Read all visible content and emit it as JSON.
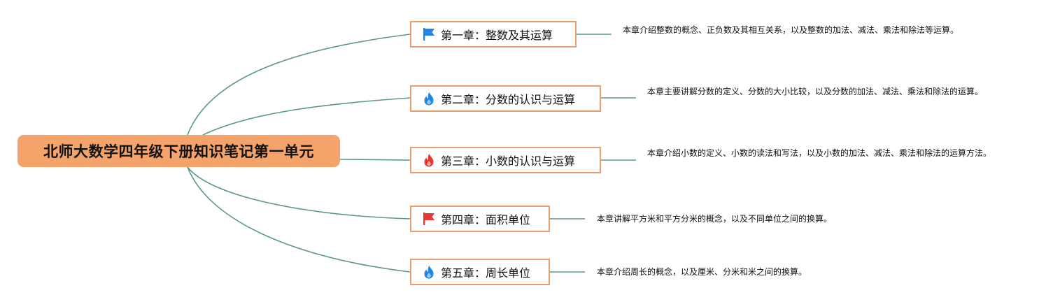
{
  "root": {
    "label": "北师大数学四年级下册知识笔记第一单元",
    "color": "#f4a46a"
  },
  "connector_color": "#5a9a82",
  "chapters": [
    {
      "label": "第一章：整数及其运算",
      "icon": "flag-icon",
      "icon_color": "#1e88e5",
      "description": "本章介绍整数的概念、正负数及其相互关系，以及整数的加法、减法、乘法和除法等运算。"
    },
    {
      "label": "第二章：分数的认识与运算",
      "icon": "fire-icon",
      "icon_color": "#1e88e5",
      "description": "本章主要讲解分数的定义、分数的大小比较，以及分数的加法、减法、乘法和除法的运算。"
    },
    {
      "label": "第三章：小数的认识与运算",
      "icon": "fire-icon",
      "icon_color": "#e53935",
      "description": "本章介绍小数的定义、小数的读法和写法，以及小数的加法、减法、乘法和除法的运算方法。"
    },
    {
      "label": "第四章：面积单位",
      "icon": "flag-icon",
      "icon_color": "#e53935",
      "description": "本章讲解平方米和平方分米的概念，以及不同单位之间的换算。"
    },
    {
      "label": "第五章：周长单位",
      "icon": "fire-icon",
      "icon_color": "#1e88e5",
      "description": "本章介绍周长的概念，以及厘米、分米和米之间的换算。"
    }
  ]
}
